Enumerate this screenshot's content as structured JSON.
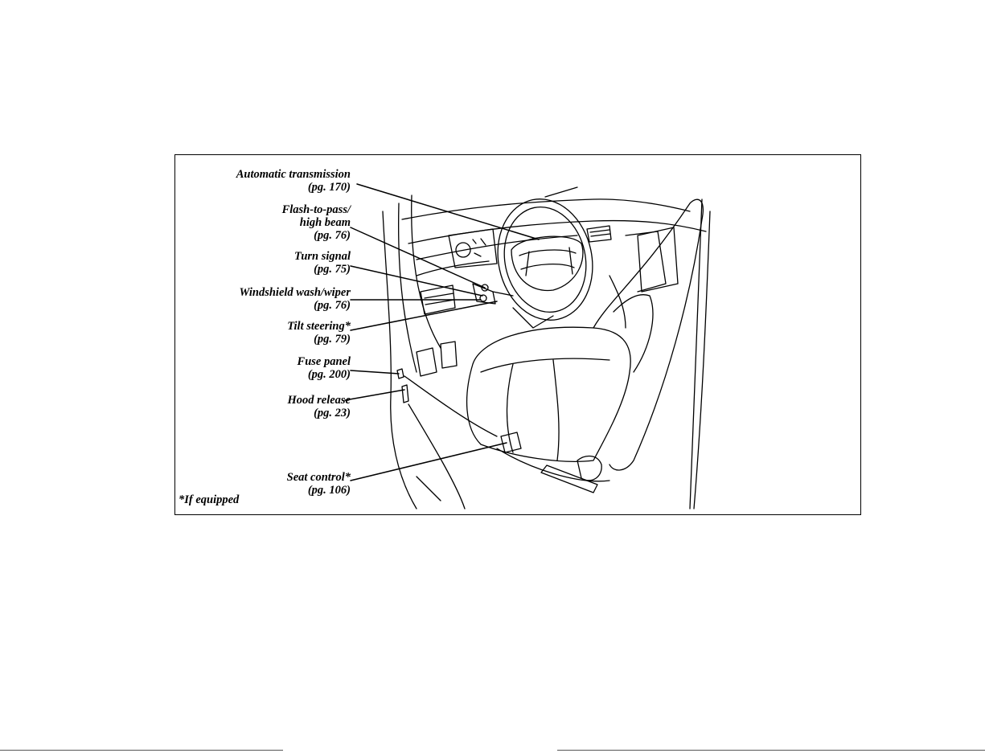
{
  "callouts": [
    {
      "label": "Automatic transmission",
      "page": "(pg. 170)"
    },
    {
      "label": "Flash-to-pass/",
      "label2": "high beam",
      "page": "(pg. 76)"
    },
    {
      "label": "Turn signal",
      "page": "(pg. 75)"
    },
    {
      "label": "Windshield wash/wiper",
      "page": "(pg. 76)"
    },
    {
      "label": "Tilt steering*",
      "page": "(pg. 79)"
    },
    {
      "label": "Fuse panel",
      "page": "(pg. 200)"
    },
    {
      "label": "Hood release",
      "page": "(pg. 23)"
    },
    {
      "label": "Seat control*",
      "page": "(pg. 106)"
    }
  ],
  "footnote": "*If equipped",
  "colors": {
    "ink": "#000000",
    "paper": "#ffffff"
  }
}
